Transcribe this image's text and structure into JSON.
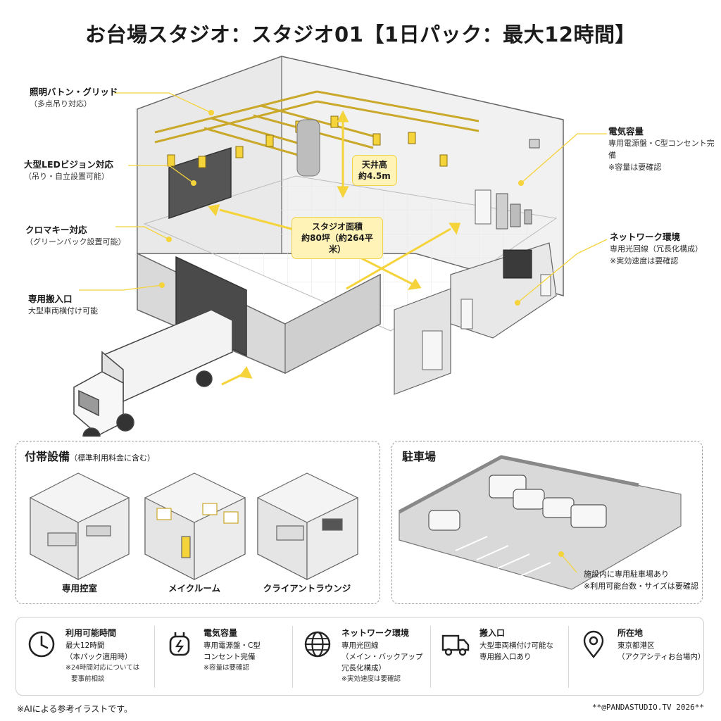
{
  "title": "お台場スタジオ：スタジオ01【1日パック：最大12時間】",
  "callouts": {
    "lighting": {
      "h": "照明バトン・グリッド",
      "s": "（多点吊り対応）"
    },
    "led": {
      "h": "大型LEDビジョン対応",
      "s": "（吊り・自立設置可能）"
    },
    "chroma": {
      "h": "クロマキー対応",
      "s": "（グリーンバック設置可能）"
    },
    "loading": {
      "h": "専用搬入口",
      "s": "大型車両横付け可能"
    },
    "power": {
      "h": "電気容量",
      "s1": "専用電源盤・C型コンセント完備",
      "s2": "※容量は要確認"
    },
    "network": {
      "h": "ネットワーク環境",
      "s1": "専用光回線（冗長化構成）",
      "s2": "※実効速度は要確認"
    }
  },
  "badges": {
    "ceiling": {
      "l1": "天井高",
      "l2": "約4.5m"
    },
    "area": {
      "l1": "スタジオ面積",
      "l2": "約80坪（約264平米）"
    }
  },
  "facilities": {
    "title": "付帯設備",
    "note": "（標準利用料金に含む）",
    "rooms": [
      "専用控室",
      "メイクルーム",
      "クライアントラウンジ"
    ]
  },
  "parking": {
    "title": "駐車場",
    "l1": "施設内に専用駐車場あり",
    "l2": "※利用可能台数・サイズは要確認"
  },
  "info": [
    {
      "icon": "clock-icon",
      "h": "利用可能時間",
      "lines": [
        "最大12時間",
        "（本パック適用時）"
      ],
      "notes": [
        "※24時間対応については",
        "要事前相談"
      ]
    },
    {
      "icon": "plug-icon",
      "h": "電気容量",
      "lines": [
        "専用電源盤・C型",
        "コンセント完備"
      ],
      "notes": [
        "※容量は要確認"
      ]
    },
    {
      "icon": "globe-icon",
      "h": "ネットワーク環境",
      "lines": [
        "専用光回線",
        "（メイン・バックアップ",
        "冗長化構成）"
      ],
      "notes": [
        "※実効速度は要確認"
      ]
    },
    {
      "icon": "truck-icon",
      "h": "搬入口",
      "lines": [
        "大型車両横付け可能な",
        "専用搬入口あり"
      ],
      "notes": []
    },
    {
      "icon": "location-pin-icon",
      "h": "所在地",
      "lines": [
        "東京都港区",
        "（アクアシティお台場内）"
      ],
      "notes": []
    }
  ],
  "footer": {
    "left": "※AIによる参考イラストです。",
    "right": "**@PANDASTUDIO.TV 2026**"
  },
  "colors": {
    "accent": "#f5d33a",
    "accent_soft": "#fff3b8",
    "line": "#555555",
    "wall": "#eeeeee"
  }
}
